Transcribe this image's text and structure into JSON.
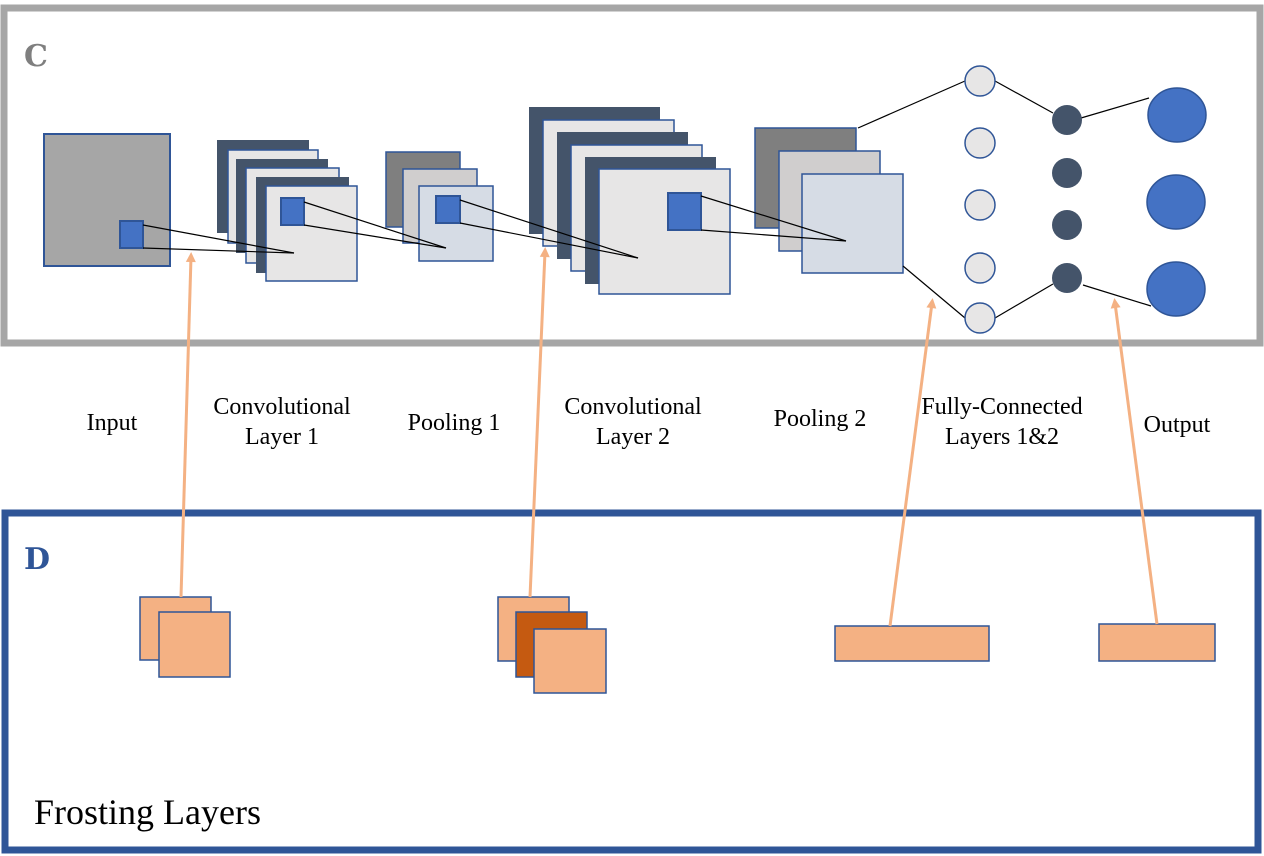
{
  "panel_c": {
    "letter": "C",
    "frame_color": "#a6a6a6"
  },
  "panel_d": {
    "letter": "D",
    "frame_color": "#2f5597",
    "caption": "Frosting Layers"
  },
  "stages": {
    "input": [
      "Input"
    ],
    "conv1": [
      "Convolutional",
      "Layer 1"
    ],
    "pool1": [
      "Pooling 1"
    ],
    "conv2": [
      "Convolutional",
      "Layer 2"
    ],
    "pool2": [
      "Pooling 2"
    ],
    "fc": [
      "Fully-Connected",
      "Layers 1&2"
    ],
    "output": [
      "Output"
    ]
  },
  "colors": {
    "fill_gray": "#a6a6a6",
    "fill_dark_gray": "#7f7f7f",
    "fill_light_gray": "#e7e6e6",
    "fill_mid_gray": "#d0cece",
    "fill_pale_blue": "#d6dce5",
    "fill_navy": "#44546a",
    "border_blue": "#2f5597",
    "accent_blue": "#4472c4",
    "frost_orange": "#f4b183",
    "frost_dark_orange": "#c55a11",
    "arrow_orange": "#f4b183"
  }
}
